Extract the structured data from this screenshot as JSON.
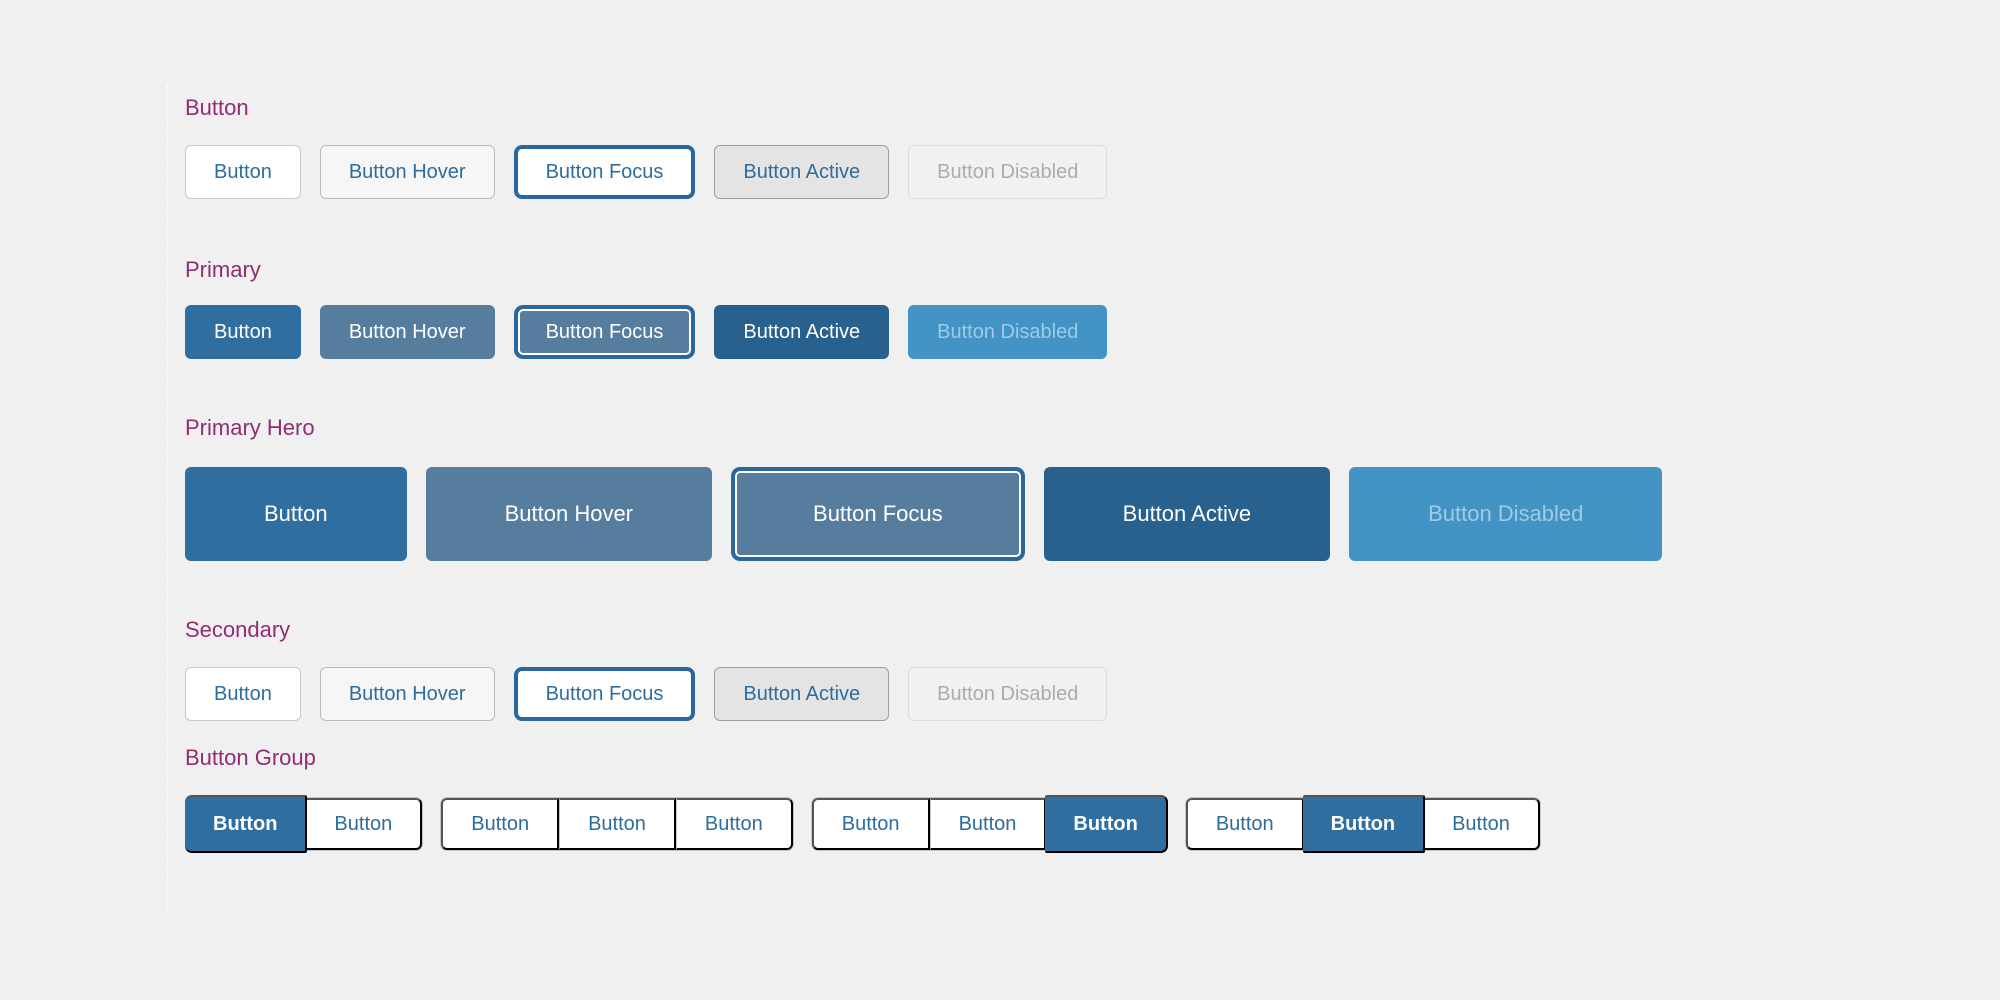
{
  "colors": {
    "page_background": "#f0f0f1",
    "heading_text": "#902d74",
    "button_text_blue": "#2d6d9e",
    "primary_background": "#2f6e9e",
    "primary_hover_background": "#567d9e",
    "primary_active_background": "#28618d",
    "primary_disabled_background": "#4493c5",
    "primary_disabled_text": "#9ecbe5",
    "base_border": "#c5c7c9",
    "base_active_background": "#e4e4e5",
    "focus_ring": "#2a679c"
  },
  "sections": [
    {
      "title": "Button",
      "buttons": [
        {
          "label": "Button",
          "state": "default"
        },
        {
          "label": "Button Hover",
          "state": "hover"
        },
        {
          "label": "Button Focus",
          "state": "focus"
        },
        {
          "label": "Button Active",
          "state": "active"
        },
        {
          "label": "Button Disabled",
          "state": "disabled"
        }
      ]
    },
    {
      "title": "Primary",
      "buttons": [
        {
          "label": "Button",
          "state": "default"
        },
        {
          "label": "Button Hover",
          "state": "hover"
        },
        {
          "label": "Button Focus",
          "state": "focus"
        },
        {
          "label": "Button Active",
          "state": "active"
        },
        {
          "label": "Button Disabled",
          "state": "disabled"
        }
      ]
    },
    {
      "title": "Primary Hero",
      "buttons": [
        {
          "label": "Button",
          "state": "default"
        },
        {
          "label": "Button Hover",
          "state": "hover"
        },
        {
          "label": "Button Focus",
          "state": "focus"
        },
        {
          "label": "Button Active",
          "state": "active"
        },
        {
          "label": "Button Disabled",
          "state": "disabled"
        }
      ]
    },
    {
      "title": "Secondary",
      "buttons": [
        {
          "label": "Button",
          "state": "default"
        },
        {
          "label": "Button Hover",
          "state": "hover"
        },
        {
          "label": "Button Focus",
          "state": "focus"
        },
        {
          "label": "Button Active",
          "state": "active"
        },
        {
          "label": "Button Disabled",
          "state": "disabled"
        }
      ]
    },
    {
      "title": "Button Group",
      "groups": [
        {
          "segments": [
            {
              "label": "Button",
              "selected": true
            },
            {
              "label": "Button",
              "selected": false
            }
          ]
        },
        {
          "segments": [
            {
              "label": "Button",
              "selected": false
            },
            {
              "label": "Button",
              "selected": false
            },
            {
              "label": "Button",
              "selected": false
            }
          ]
        },
        {
          "segments": [
            {
              "label": "Button",
              "selected": false
            },
            {
              "label": "Button",
              "selected": false
            },
            {
              "label": "Button",
              "selected": true
            }
          ]
        },
        {
          "segments": [
            {
              "label": "Button",
              "selected": false
            },
            {
              "label": "Button",
              "selected": true
            },
            {
              "label": "Button",
              "selected": false
            }
          ]
        }
      ]
    }
  ]
}
